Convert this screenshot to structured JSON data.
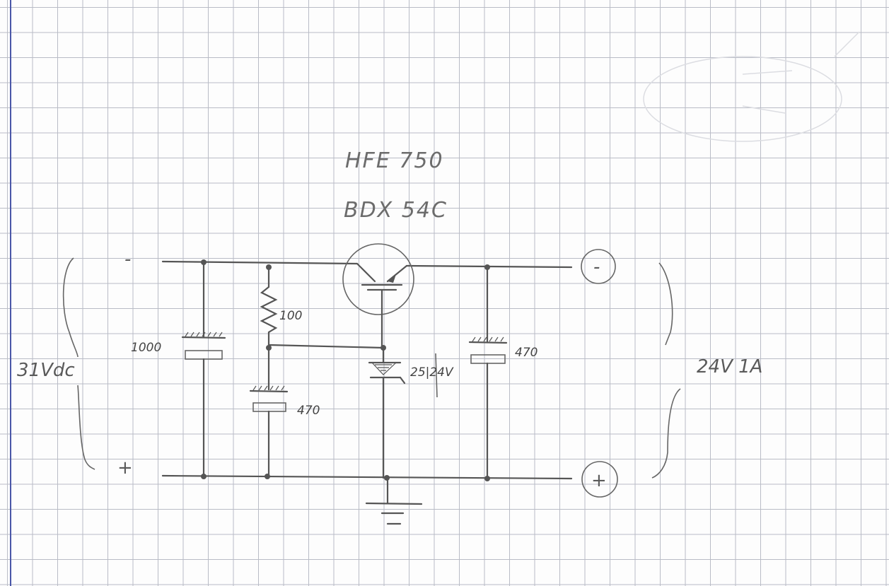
{
  "labels": {
    "hfe": "HFE 750",
    "transistor": "BDX 54C",
    "input_voltage": "31Vdc",
    "input_minus": "-",
    "input_plus": "+",
    "output_minus": "-",
    "output_plus": "+",
    "output_rating": "24V 1A",
    "c1": "1000",
    "r1": "100",
    "c2": "470",
    "zener": "25|24V",
    "c3": "470"
  },
  "colors": {
    "pencil": "#555555",
    "grid": "#b9bcc6",
    "margin": "#4a57a8"
  }
}
